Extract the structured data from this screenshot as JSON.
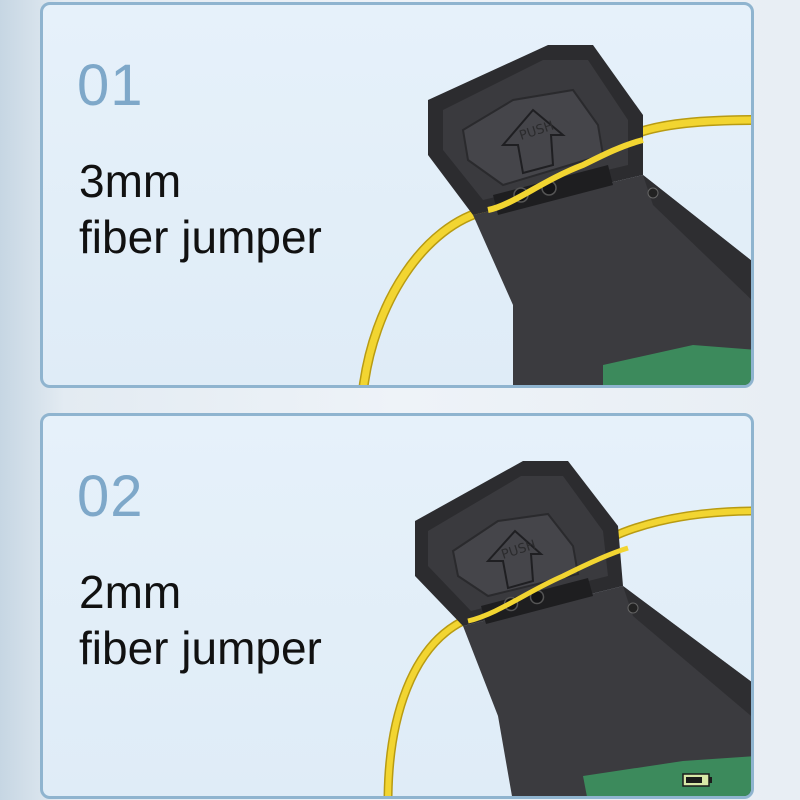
{
  "panels": [
    {
      "number": "01",
      "caption_line1": "3mm",
      "caption_line2": "fiber jumper",
      "button_text": "PUSH",
      "fiber_color": "#f2d531"
    },
    {
      "number": "02",
      "caption_line1": "2mm",
      "caption_line2": "fiber jumper",
      "button_text": "PUSH",
      "fiber_color": "#f2d531"
    }
  ],
  "colors": {
    "panel_border": "#8fb4cf",
    "panel_bg": "#e2eef8",
    "number_text": "#7ea8c9",
    "caption_text": "#111111",
    "device_body": "#3a3a3d",
    "screen_green": "#3c8a5c"
  },
  "icons": [
    "push-arrow-icon",
    "battery-icon"
  ]
}
